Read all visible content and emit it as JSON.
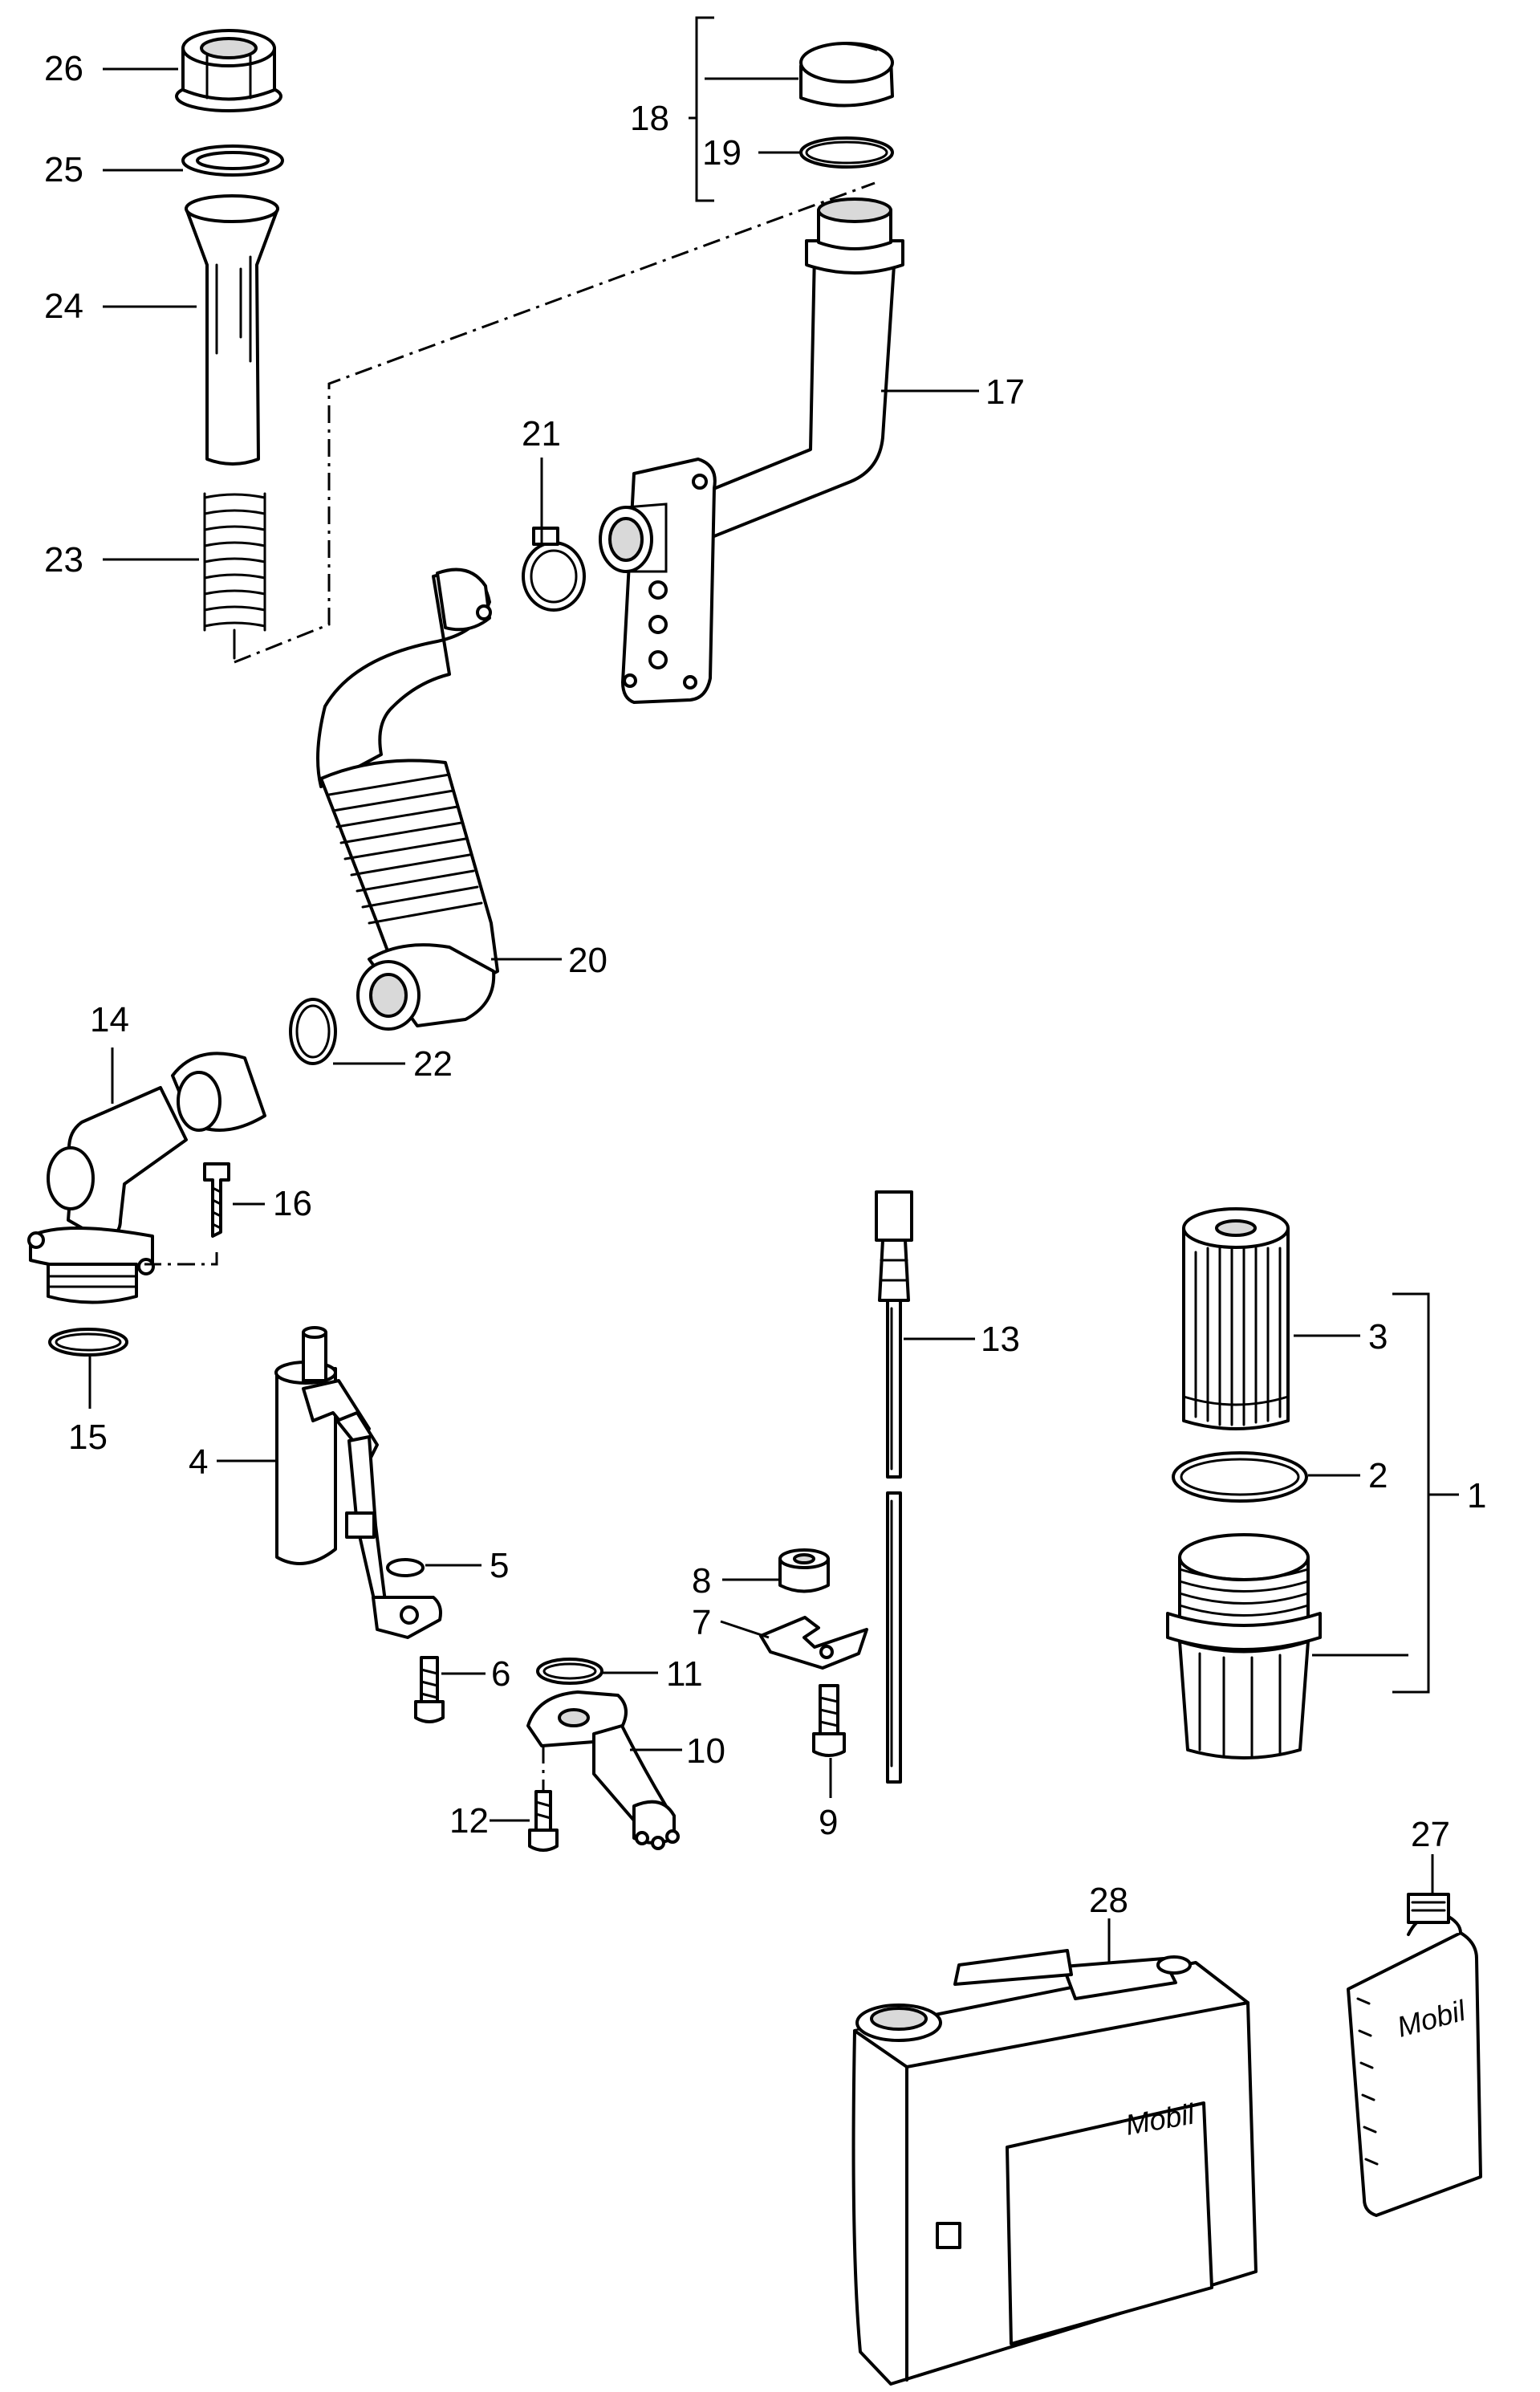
{
  "diagram": {
    "part_numbers": {
      "p1": "1",
      "p2": "2",
      "p3": "3",
      "p4": "4",
      "p5": "5",
      "p6": "6",
      "p7": "7",
      "p8": "8",
      "p9": "9",
      "p10": "10",
      "p11": "11",
      "p12": "12",
      "p13": "13",
      "p14": "14",
      "p15": "15",
      "p16": "16",
      "p17": "17",
      "p18": "18",
      "p19": "19",
      "p20": "20",
      "p21": "21",
      "p22": "22",
      "p23": "23",
      "p24": "24",
      "p25": "25",
      "p26": "26",
      "p27": "27",
      "p28": "28"
    },
    "brand_text": {
      "bottle": "Mobil",
      "canister": "Mobil"
    }
  }
}
